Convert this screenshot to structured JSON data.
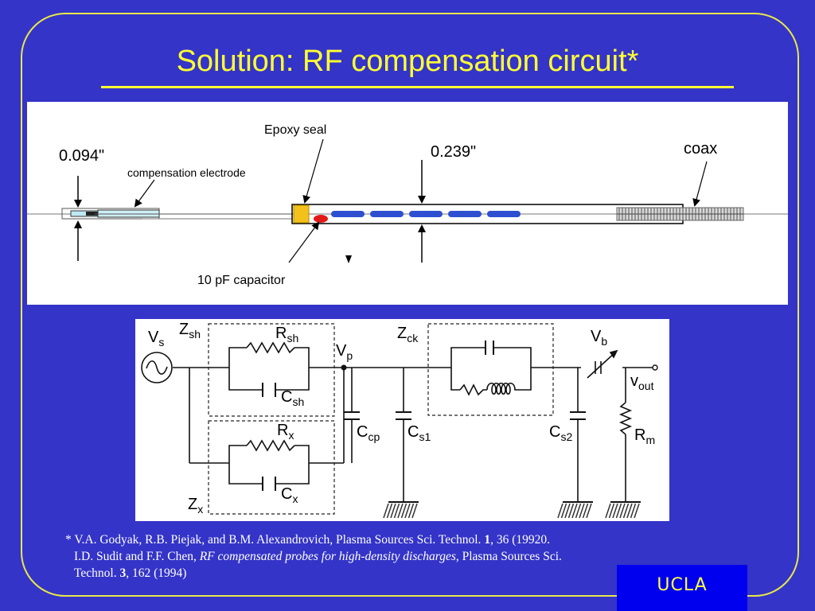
{
  "slide": {
    "title": "Solution:  RF compensation circuit*",
    "colors": {
      "background": "#3434c8",
      "title": "#ffff33",
      "frame": "#e8e84a",
      "badge_bg": "#0000ee",
      "badge_text": "#ffff44"
    }
  },
  "probe_diagram": {
    "dim_small": "0.094\"",
    "dim_large": "0.239\"",
    "label_epoxy": "Epoxy seal",
    "label_electrode": "compensation electrode",
    "label_coax": "coax",
    "label_capacitor": "10 pF capacitor"
  },
  "circuit": {
    "vs": "V",
    "vs_sub": "s",
    "zsh": "Z",
    "zsh_sub": "sh",
    "rsh": "R",
    "rsh_sub": "sh",
    "csh": "C",
    "csh_sub": "sh",
    "vp": "V",
    "vp_sub": "p",
    "zck": "Z",
    "zck_sub": "ck",
    "vb": "V",
    "vb_sub": "b",
    "vout": "v",
    "vout_sub": "out",
    "rx": "R",
    "rx_sub": "x",
    "cx": "C",
    "cx_sub": "x",
    "zx": "Z",
    "zx_sub": "x",
    "ccp": "C",
    "ccp_sub": "cp",
    "cs1": "C",
    "cs1_sub": "s1",
    "cs2": "C",
    "cs2_sub": "s2",
    "rm": "R",
    "rm_sub": "m"
  },
  "references": {
    "ref1_a": "* V.A. Godyak, R.B. Piejak, and B.M. Alexandrovich, Plasma Sources Sci. Technol. ",
    "ref1_vol": "1",
    "ref1_b": ", 36 (19920.",
    "ref2_a": "I.D. Sudit and F.F. Chen, ",
    "ref2_title": "RF compensated probes for high-density discharges",
    "ref2_b": ", Plasma Sources Sci.",
    "ref2_c": "Technol. ",
    "ref2_vol": "3",
    "ref2_d": ", 162 (1994)"
  },
  "badge": {
    "label": "UCLA"
  }
}
